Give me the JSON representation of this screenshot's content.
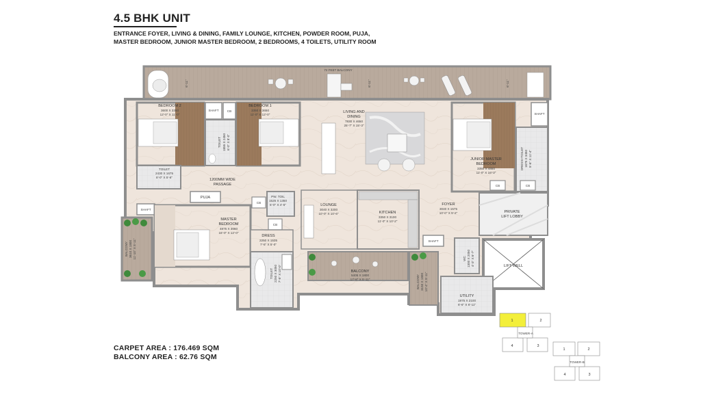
{
  "header": {
    "title": "4.5 BHK UNIT",
    "desc_line1": "ENTRANCE FOYER, LIVING & DINING, FAMILY LOUNGE, KITCHEN, POWDER ROOM, PUJA,",
    "desc_line2": "MASTER BEDROOM, JUNIOR MASTER BEDROOM, 2 BEDROOMS, 4 TOILETS, UTILITY ROOM"
  },
  "areas": {
    "carpet": "CARPET AREA : 176.469 SQM",
    "balcony": "BALCONY AREA : 62.76 SQM"
  },
  "rooms": {
    "balcony_top": {
      "name": "72 FEET BALCONY"
    },
    "bedroom2": {
      "name": "BEDROOM 2",
      "d1": "3600 X 3350",
      "d2": "12'-0\" X 11'-0\""
    },
    "bedroom1": {
      "name": "BEDROOM 1",
      "d1": "3350 X 3650",
      "d2": "11'-0\" X 12'-0\""
    },
    "living": {
      "name1": "LIVING AND",
      "name2": "DINING",
      "d1": "7830 X 4650",
      "d2": "25'-7\" X 15'-3\""
    },
    "junior_master": {
      "name1": "JUNIOR MASTER",
      "name2": "BEDROOM",
      "d1": "3350 X 4850",
      "d2": "11'-0\" X 16'-3\""
    },
    "toilet_left": {
      "name": "TOILET",
      "d1": "2430 X 1675",
      "d2": "8'-0\" X 5'-6\""
    },
    "toilet_b1": {
      "name": "TOILET",
      "d1": "1855 X 2450",
      "d2": "6'-0\" X 8'-0\""
    },
    "dress_toilet": {
      "name": "DRESS+TOILET",
      "d1": "1675 X 3450",
      "d2": "5'-6\" X 11'-4\""
    },
    "passage": {
      "name1": "1200MM WIDE",
      "name2": "PASSAGE"
    },
    "puja": {
      "name": "PUJA"
    },
    "pw_toilet": {
      "name": "PW. TOIL",
      "d1": "1525 X 1350",
      "d2": "5'-0\" X 4'-5\""
    },
    "lounge": {
      "name": "LOUNGE",
      "d1": "3040 X 3200",
      "d2": "10'-0\" X 10'-6\""
    },
    "kitchen": {
      "name": "KITCHEN",
      "d1": "3350 X 3100",
      "d2": "11'-0\" X 10'-2\""
    },
    "foyer": {
      "name": "FOYER",
      "d1": "3040 X 1575",
      "d2": "10'-0\" X 5'-2\""
    },
    "lift_lobby": {
      "name1": "PRIVATE",
      "name2": "LIFT LOBBY"
    },
    "master": {
      "name1": "MASTER",
      "name2": "BEDROOM",
      "d1": "4875 X 3660",
      "d2": "16'-0\" X 12'-0\""
    },
    "dress": {
      "name": "DRESS",
      "d1": "2250 X 1535",
      "d2": "7'-5\" X 5'-0\""
    },
    "toilet_master": {
      "name": "TOILET",
      "d1": "2250 X 3050",
      "d2": "7'-5\" X 10'-0\""
    },
    "balcony_left": {
      "name": "BALCONY",
      "d1": "3610 X 1800",
      "d2": "11'-10\" X 5'-11\""
    },
    "balcony_bottom": {
      "name": "BALCONY",
      "d1": "5405 X 1800",
      "d2": "17'-8\" X 5'-11\""
    },
    "balcony_kitchen": {
      "name": "BALCONY",
      "d1": "3150 X 1800",
      "d2": "10'-4\" X 5'-11\""
    },
    "wc": {
      "name": "WC",
      "d1": "1300 X 2050",
      "d2": "4'-3\" X 6'-7\""
    },
    "utility": {
      "name": "UTILITY",
      "d1": "1975 X 2100",
      "d2": "6'-6\" X 6'-11\""
    },
    "lift_well": {
      "name": "LIFT WELL"
    }
  },
  "small_labels": {
    "shaft": "SHAFT",
    "cb": "CB",
    "dim_top": "6'-11\""
  },
  "key_plan": {
    "tower_a": "TOWER-A",
    "tower_b": "TOWER-B",
    "u1": "1",
    "u2": "2",
    "u3": "3",
    "u4": "4",
    "highlight_color": "#f3ef3a"
  },
  "colors": {
    "wall": "#8e8e8e",
    "floor_beige": "#efe5dc",
    "wood": "#9b7a5c",
    "deck": "#b7a79a",
    "plants": "#3f8a3c"
  }
}
